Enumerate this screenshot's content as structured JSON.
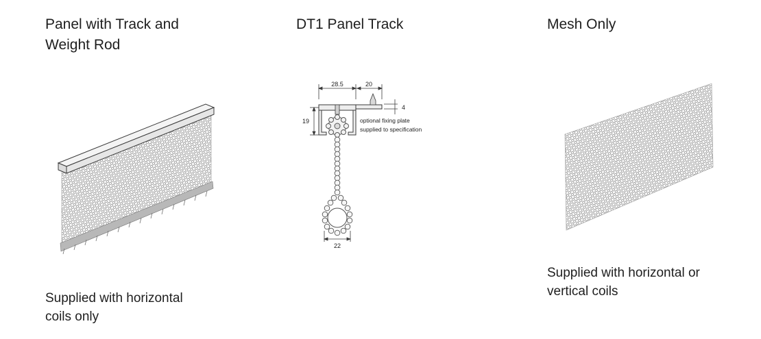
{
  "columns": [
    {
      "title_line1": "Panel with Track and",
      "title_line2": "Weight Rod",
      "caption_line1": "Supplied with horizontal",
      "caption_line2": "coils only",
      "illustration_icon": "mesh-panel-with-track-icon"
    },
    {
      "title_line1": "DT1 Panel Track",
      "illustration_icon": "panel-track-cross-section-icon",
      "dimensions": {
        "width_top": "28.5",
        "plate_width": "20",
        "plate_thickness": "4",
        "height": "19",
        "rod": "22"
      },
      "note_line1": "optional fixing plate",
      "note_line2": "supplied to specification"
    },
    {
      "title_line1": "Mesh Only",
      "caption_line1": "Supplied with horizontal or",
      "caption_line2": "vertical coils",
      "illustration_icon": "mesh-only-icon"
    }
  ],
  "colors": {
    "text": "#1e1e1e",
    "line": "#3a3a3a",
    "mesh": "#8a8a8a",
    "track_fill": "#ededed"
  }
}
